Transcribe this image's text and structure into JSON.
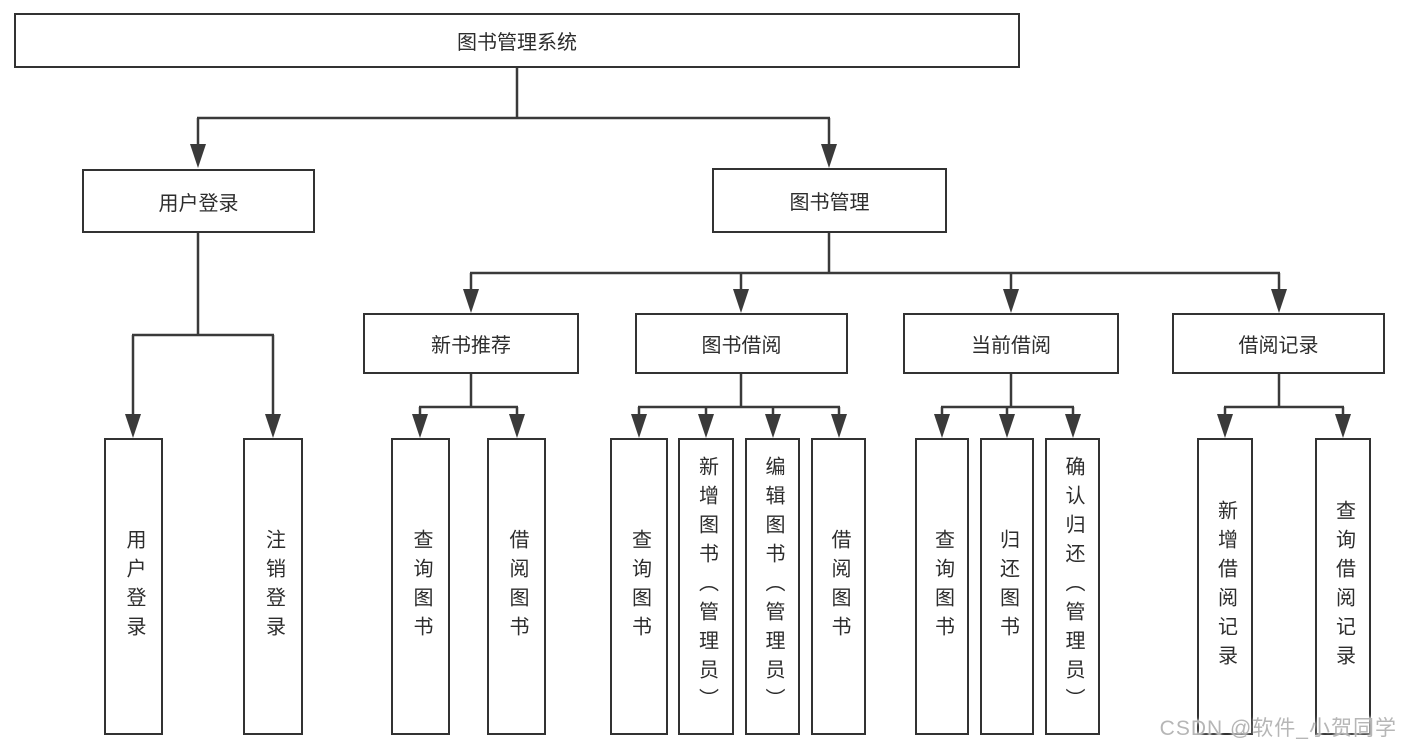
{
  "tree": {
    "root": {
      "label": "图书管理系统",
      "children": [
        {
          "label": "用户登录",
          "children": [
            {
              "label": "用户登录"
            },
            {
              "label": "注销登录"
            }
          ]
        },
        {
          "label": "图书管理",
          "children": [
            {
              "label": "新书推荐",
              "children": [
                {
                  "label": "查询图书"
                },
                {
                  "label": "借阅图书"
                }
              ]
            },
            {
              "label": "图书借阅",
              "children": [
                {
                  "label": "查询图书"
                },
                {
                  "label": "新增图书（管理员）"
                },
                {
                  "label": "编辑图书（管理员）"
                },
                {
                  "label": "借阅图书"
                }
              ]
            },
            {
              "label": "当前借阅",
              "children": [
                {
                  "label": "查询图书"
                },
                {
                  "label": "归还图书"
                },
                {
                  "label": "确认归还（管理员）"
                }
              ]
            },
            {
              "label": "借阅记录",
              "children": [
                {
                  "label": "新增借阅记录"
                },
                {
                  "label": "查询借阅记录"
                }
              ]
            }
          ]
        }
      ]
    }
  },
  "watermark": {
    "text": "CSDN @软件_小贺同学"
  },
  "colors": {
    "line": "#3a3a3a",
    "box_border": "#323232",
    "text": "#2d2d2d",
    "background": "#ffffff",
    "watermark": "#b2b2b2"
  }
}
